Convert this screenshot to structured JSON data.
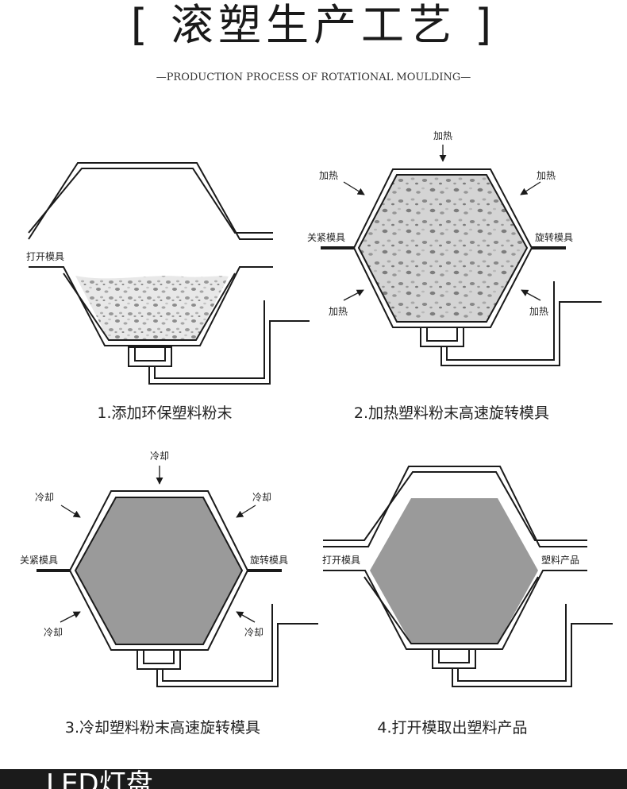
{
  "header": {
    "title": "[ 滚塑生产工艺 ]",
    "subtitle": "—PRODUCTION PROCESS OF ROTATIONAL MOULDING—"
  },
  "steps": [
    {
      "caption": "1.添加环保塑料粉末",
      "labels": {
        "open": "打开模具"
      }
    },
    {
      "caption": "2.加热塑料粉末高速旋转模具",
      "labels": {
        "top": "加热",
        "upper_left": "加热",
        "upper_right": "加热",
        "left": "关紧模具",
        "right": "旋转模具",
        "lower_left": "加热",
        "lower_right": "加热"
      }
    },
    {
      "caption": "3.冷却塑料粉末高速旋转模具",
      "labels": {
        "top": "冷却",
        "upper_left": "冷却",
        "upper_right": "冷却",
        "left": "关紧模具",
        "right": "旋转模具",
        "lower_left": "冷却",
        "lower_right": "冷却"
      }
    },
    {
      "caption": "4.打开模取出塑料产品",
      "labels": {
        "left": "打开模具",
        "right": "塑料产品"
      }
    }
  ],
  "footer": {
    "text": "LED灯盘"
  },
  "colors": {
    "line": "#1a1a1a",
    "solid_fill": "#9a9a9a",
    "powder_fill": "#b9b9b9"
  }
}
